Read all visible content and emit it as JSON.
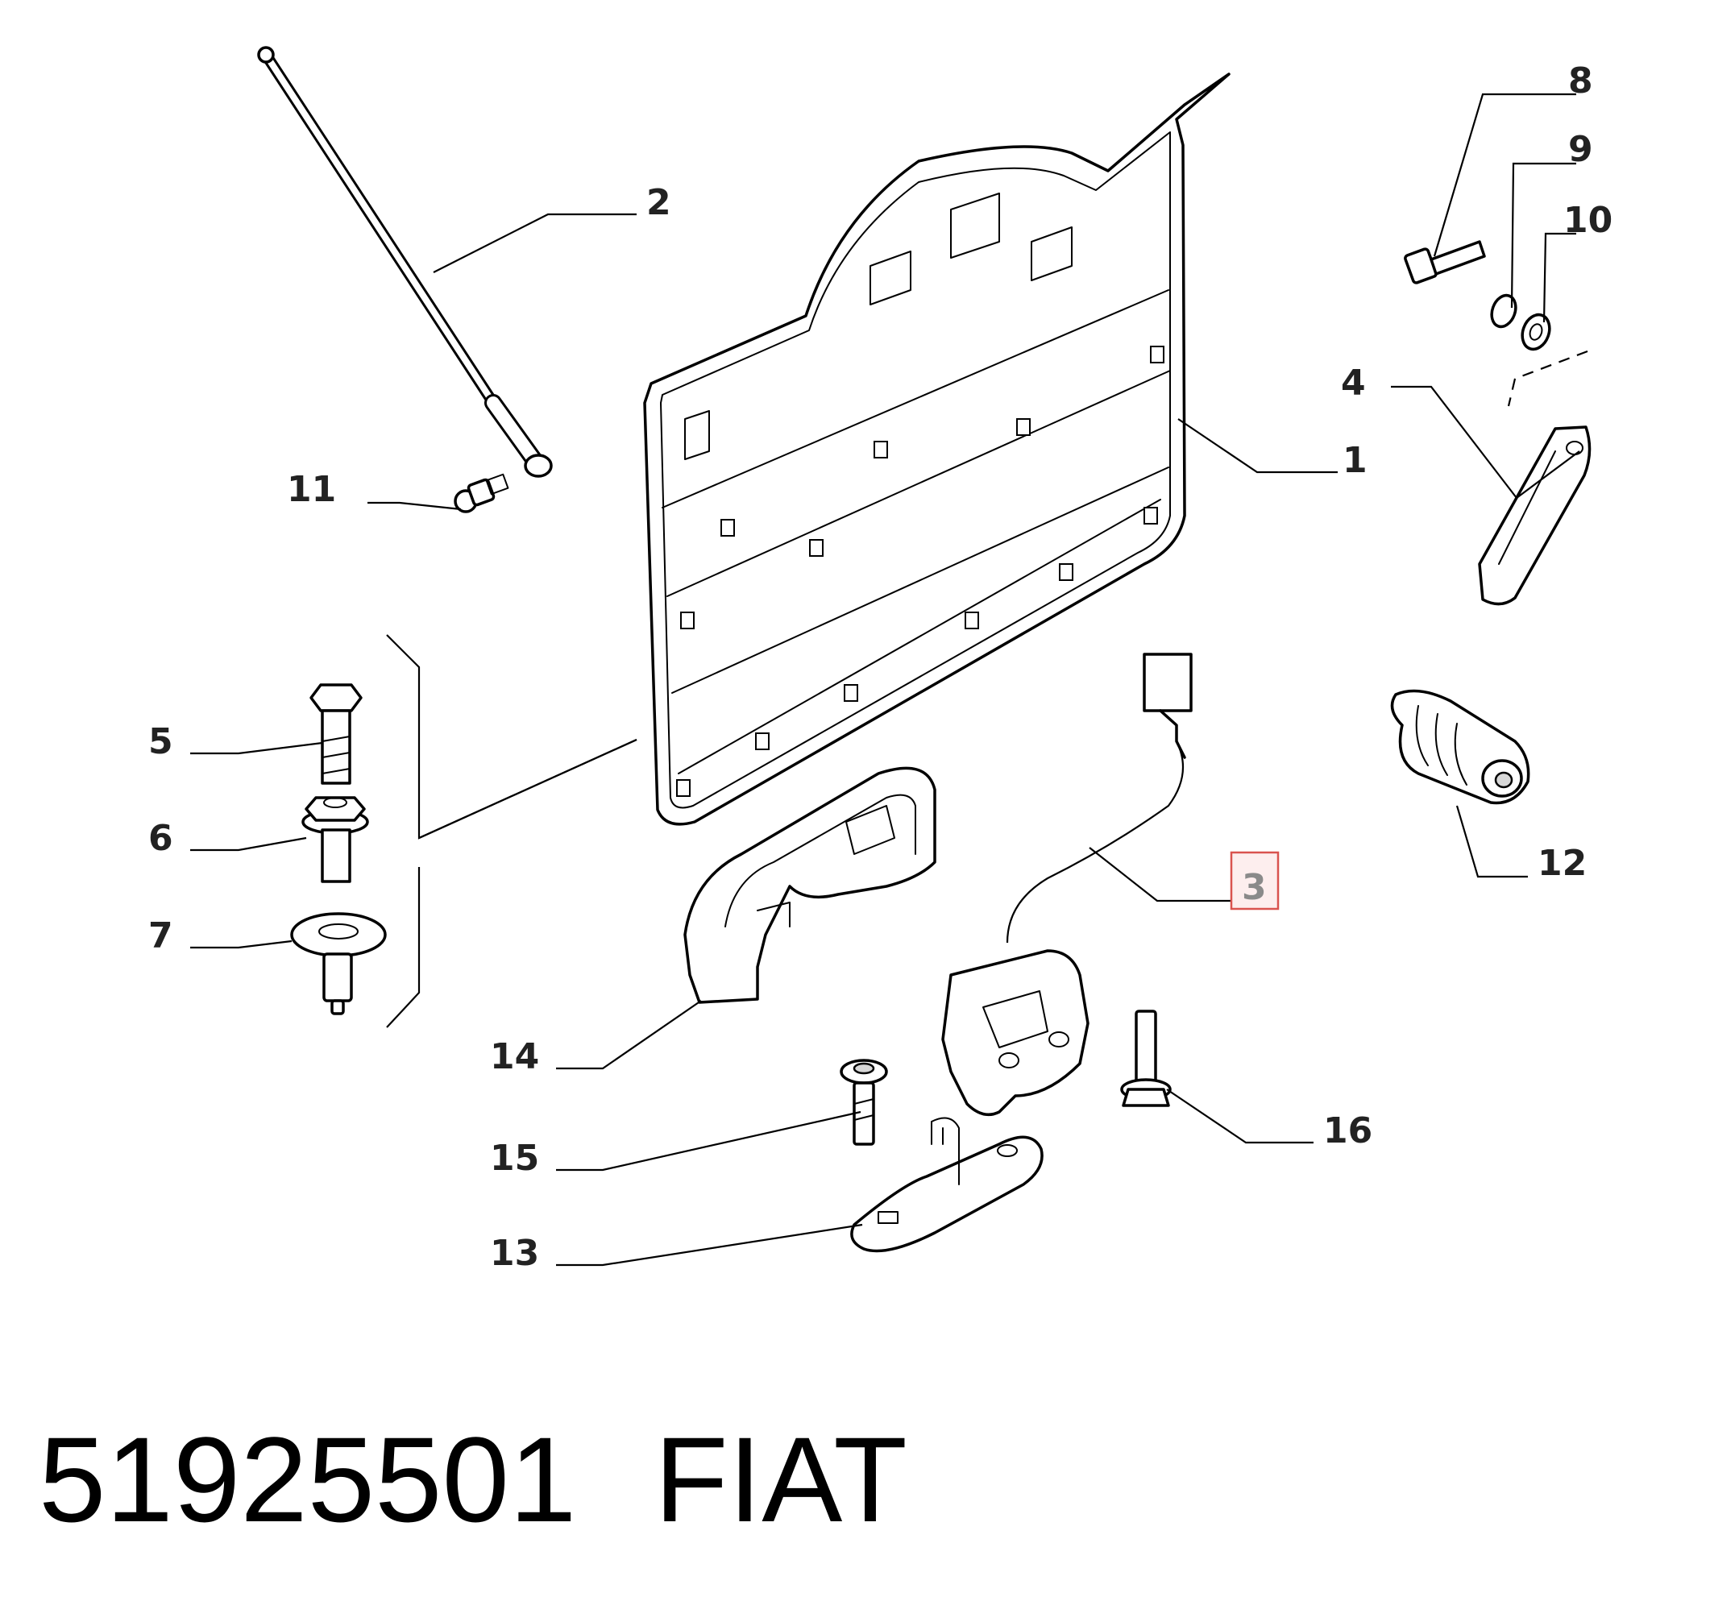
{
  "diagram": {
    "callouts": {
      "c1": "1",
      "c2": "2",
      "c3": "3",
      "c4": "4",
      "c5": "5",
      "c6": "6",
      "c7": "7",
      "c8": "8",
      "c9": "9",
      "c10": "10",
      "c11": "11",
      "c12": "12",
      "c13": "13",
      "c14": "14",
      "c15": "15",
      "c16": "16"
    },
    "highlighted_callout": "3",
    "highlight_color": "#d9534f"
  },
  "caption": {
    "part_number": "51925501",
    "brand": "FIAT"
  }
}
